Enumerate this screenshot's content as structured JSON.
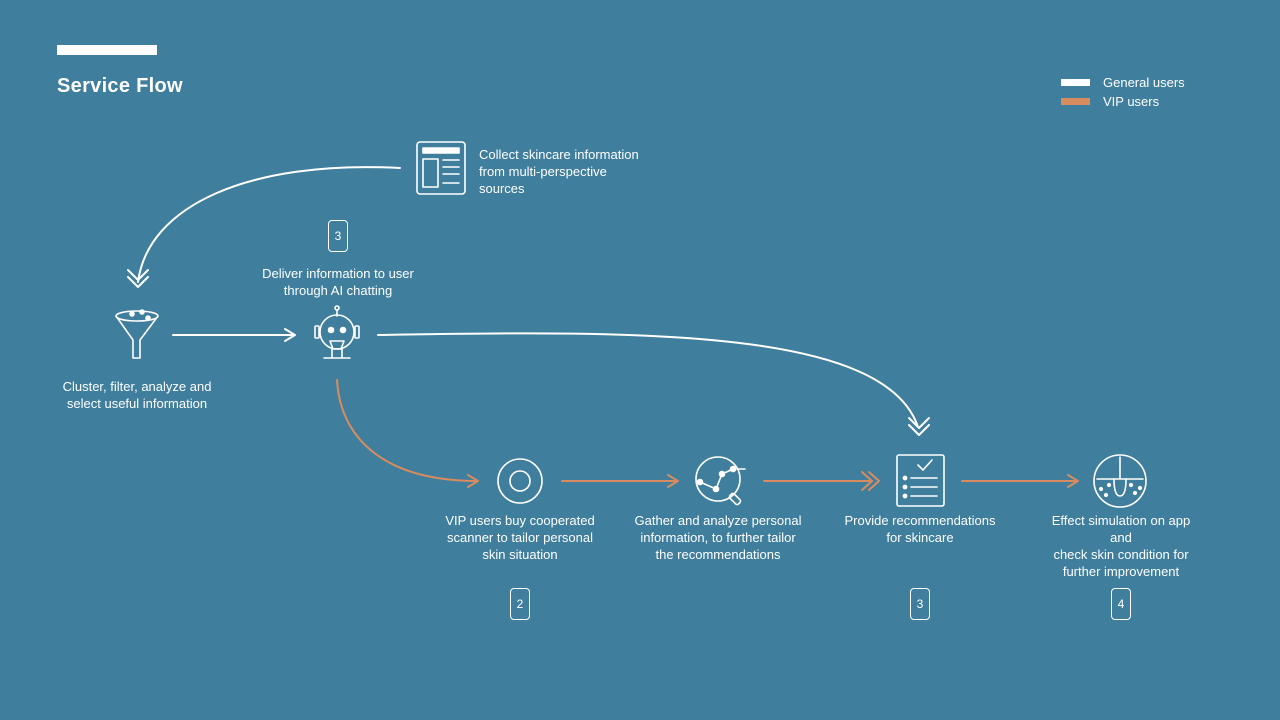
{
  "title": "Service Flow",
  "legend": [
    {
      "label": "General users",
      "color": "#FFFFFF"
    },
    {
      "label": "VIP users",
      "color": "#D98C5F"
    }
  ],
  "nodes": {
    "collect": "Collect skincare information\nfrom multi-perspective\nsources",
    "deliver": "Deliver information to user\nthrough AI chatting",
    "cluster": "Cluster, filter, analyze and\nselect  useful information",
    "vip_scanner": "VIP users buy cooperated\nscanner to tailor personal\nskin situation",
    "gather": "Gather and analyze personal\ninformation, to further tailor\nthe recommendations",
    "recommend": "Provide recommendations\nfor skincare",
    "simulate": "Effect simulation on app and\ncheck skin condition for\nfurther improvement"
  },
  "badges": {
    "deliver": "3",
    "vip_scanner": "2",
    "recommend": "3",
    "simulate": "4"
  },
  "colors": {
    "background": "#3F7E9C",
    "general": "#FFFFFF",
    "vip": "#D98C5F"
  }
}
